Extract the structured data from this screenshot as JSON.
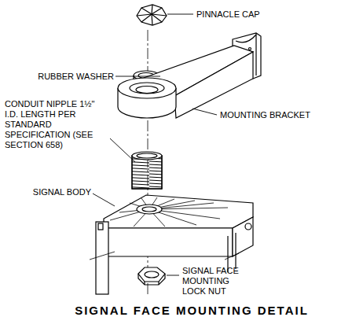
{
  "diagram": {
    "title": "SIGNAL FACE MOUNTING DETAIL",
    "labels": [
      "PINNACLE CAP",
      "RUBBER WASHER",
      "CONDUIT NIPPLE 1½\" I.D. LENGTH PER STANDARD SPECIFICATION (SEE SECTION 658)",
      "MOUNTING BRACKET",
      "SIGNAL BODY",
      "SIGNAL FACE MOUNTING LOCK NUT"
    ]
  }
}
